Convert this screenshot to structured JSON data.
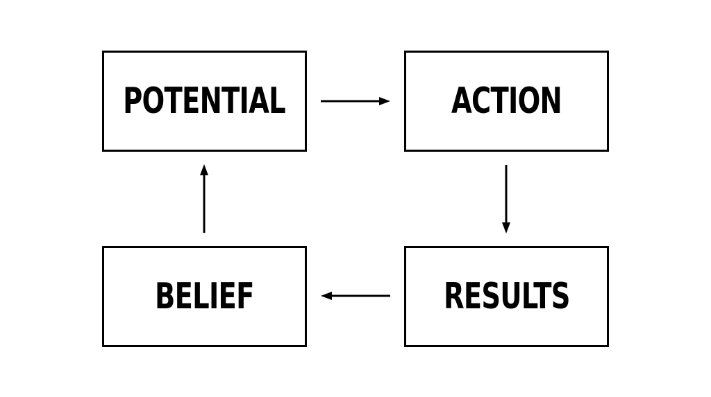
{
  "nodes": {
    "potential": "POTENTIAL",
    "action": "ACTION",
    "results": "RESULTS",
    "belief": "BELIEF"
  },
  "edges": [
    {
      "from": "POTENTIAL",
      "to": "ACTION"
    },
    {
      "from": "ACTION",
      "to": "RESULTS"
    },
    {
      "from": "RESULTS",
      "to": "BELIEF"
    },
    {
      "from": "BELIEF",
      "to": "POTENTIAL"
    }
  ],
  "colors": {
    "stroke": "#000000",
    "background": "#ffffff"
  }
}
